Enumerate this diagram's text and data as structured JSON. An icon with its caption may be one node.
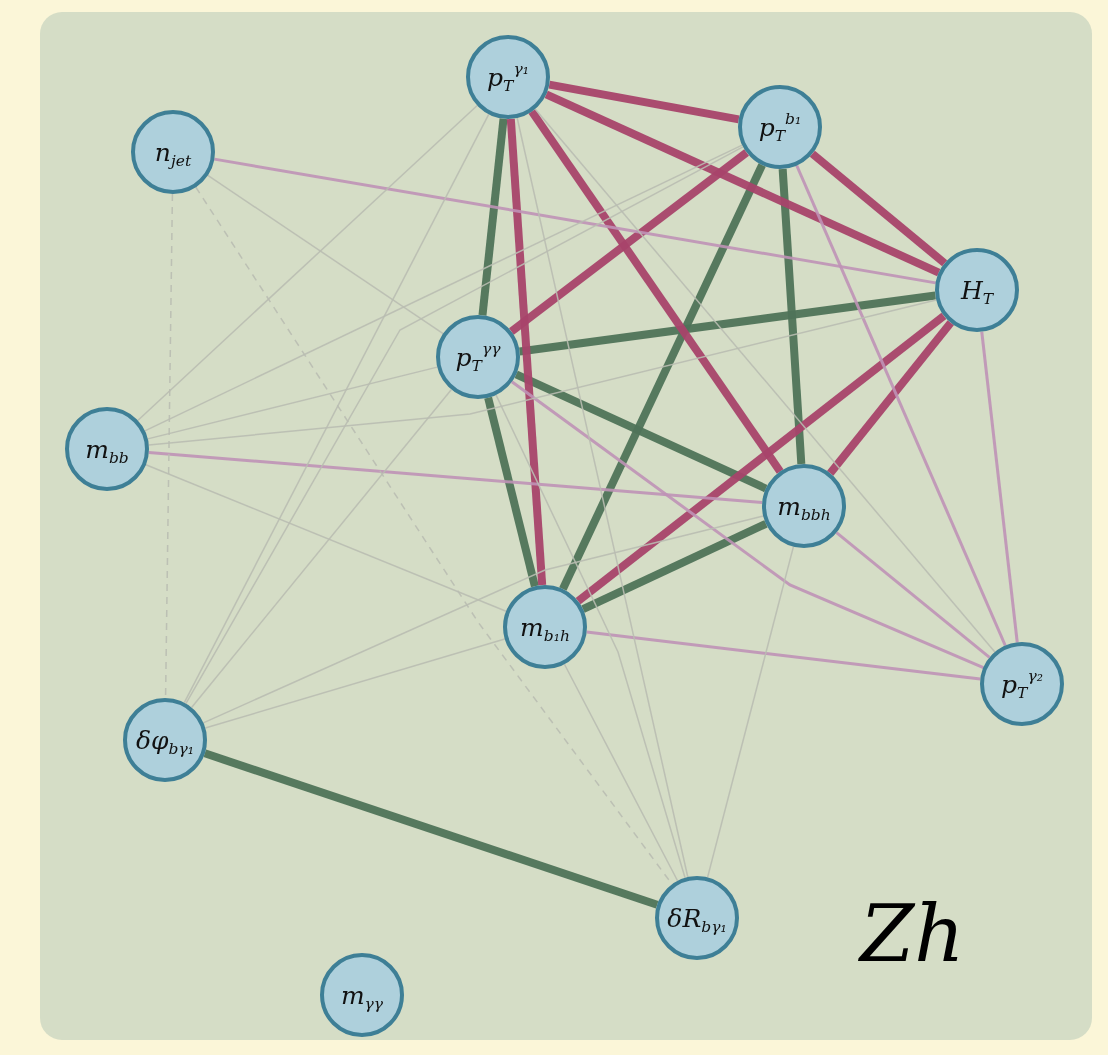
{
  "diagram": {
    "nodes": [
      {
        "text": [
          "p$_{T}$$^{γ₁}$"
        ]
      },
      {
        "text": [
          "p$_{T}$$^{b₁}$"
        ]
      },
      {
        "text": [
          "n$_{jet}$"
        ]
      },
      {
        "text": [
          "H$_{T}$"
        ]
      },
      {
        "text": [
          "p$_{T}$$^{γγ}$"
        ]
      },
      {
        "text": [
          "m$_{bb}$"
        ]
      },
      {
        "text": [
          "m$_{bbh}$"
        ]
      },
      {
        "text": [
          "m$_{b₁h}$"
        ]
      },
      {
        "text": [
          "p$_{T}$$^{γ₂}$"
        ]
      },
      {
        "text": [
          "δφ$_{bγ₁}$"
        ]
      },
      {
        "text": [
          "δR$_{bγ₁}$"
        ]
      },
      {
        "text": [
          "m$_{γγ}$"
        ]
      }
    ],
    "edges": [
      {
        "from": 0,
        "to": 4,
        "arrow": "none",
        "style": "thick",
        "color": "#4f7358"
      },
      {
        "from": 4,
        "to": 7,
        "arrow": "none",
        "style": "thick",
        "color": "#4f7358"
      },
      {
        "from": 1,
        "to": 7,
        "arrow": "none",
        "style": "thick",
        "color": "#4f7358"
      },
      {
        "from": 1,
        "to": 6,
        "arrow": "none",
        "style": "thick",
        "color": "#4f7358"
      },
      {
        "from": 4,
        "to": 3,
        "arrow": "none",
        "style": "thick",
        "color": "#4f7358"
      },
      {
        "from": 4,
        "to": 6,
        "arrow": "none",
        "style": "thick",
        "color": "#4f7358"
      },
      {
        "from": 7,
        "to": 6,
        "arrow": "none",
        "style": "thick",
        "color": "#4f7358"
      },
      {
        "from": 9,
        "to": 10,
        "arrow": "none",
        "style": "thick",
        "color": "#4f7358"
      },
      {
        "from": 0,
        "to": 1,
        "arrow": "none",
        "style": "thick",
        "color": "#a8436a"
      },
      {
        "from": 0,
        "to": 3,
        "arrow": "none",
        "style": "thick",
        "color": "#a8436a"
      },
      {
        "from": 0,
        "to": 6,
        "arrow": "none",
        "style": "thick",
        "color": "#a8436a"
      },
      {
        "from": 0,
        "to": 7,
        "arrow": "none",
        "style": "thick",
        "color": "#a8436a"
      },
      {
        "from": 1,
        "to": 4,
        "arrow": "none",
        "style": "thick",
        "color": "#a8436a"
      },
      {
        "from": 1,
        "to": 3,
        "arrow": "none",
        "style": "thick",
        "color": "#a8436a"
      },
      {
        "from": 3,
        "to": 6,
        "arrow": "none",
        "style": "thick",
        "color": "#a8436a"
      },
      {
        "from": 3,
        "to": 7,
        "arrow": "none",
        "style": "thick",
        "color": "#a8436a"
      },
      {
        "from": 2,
        "to": 3,
        "arrow": "none",
        "color": "#bf92b6"
      },
      {
        "from": 5,
        "to": 6,
        "arrow": "none",
        "color": "#bf92b6"
      },
      {
        "from": 7,
        "to": 8,
        "arrow": "none",
        "color": "#bf92b6"
      },
      {
        "from": 1,
        "to": 8,
        "arrow": "none",
        "color": "#bf92b6"
      },
      {
        "from": 3,
        "to": 8,
        "arrow": "none",
        "color": "#bf92b6"
      },
      {
        "from": 6,
        "to": 8,
        "arrow": "none",
        "color": "#bf92b6"
      },
      {
        "from": 4,
        "to": 8,
        "arrow": "none",
        "color": "#bf92b6"
      },
      {
        "from": 2,
        "to": 4,
        "arrow": "none"
      },
      {
        "from": 5,
        "to": 0,
        "arrow": "none"
      },
      {
        "from": 5,
        "to": 1,
        "arrow": "none"
      },
      {
        "from": 5,
        "to": 3,
        "arrow": "none"
      },
      {
        "from": 5,
        "to": 4,
        "arrow": "none"
      },
      {
        "from": 5,
        "to": 7,
        "arrow": "none"
      },
      {
        "from": 9,
        "to": 0,
        "arrow": "none"
      },
      {
        "from": 9,
        "to": 4,
        "arrow": "none"
      },
      {
        "from": 9,
        "to": 1,
        "arrow": "none"
      },
      {
        "from": 9,
        "to": 7,
        "arrow": "none"
      },
      {
        "from": 9,
        "to": 6,
        "arrow": "none"
      },
      {
        "from": 10,
        "to": 0,
        "arrow": "none"
      },
      {
        "from": 10,
        "to": 4,
        "arrow": "none"
      },
      {
        "from": 10,
        "to": 7,
        "arrow": "none"
      },
      {
        "from": 10,
        "to": 6,
        "arrow": "none"
      },
      {
        "from": 0,
        "to": 8,
        "arrow": "none"
      },
      {
        "from": 2,
        "to": 9,
        "arrow": "none",
        "style": "dashed"
      },
      {
        "from": 2,
        "to": 10,
        "arrow": "none",
        "style": "dashed"
      }
    ],
    "labels": [
      "Zh"
    ]
  }
}
